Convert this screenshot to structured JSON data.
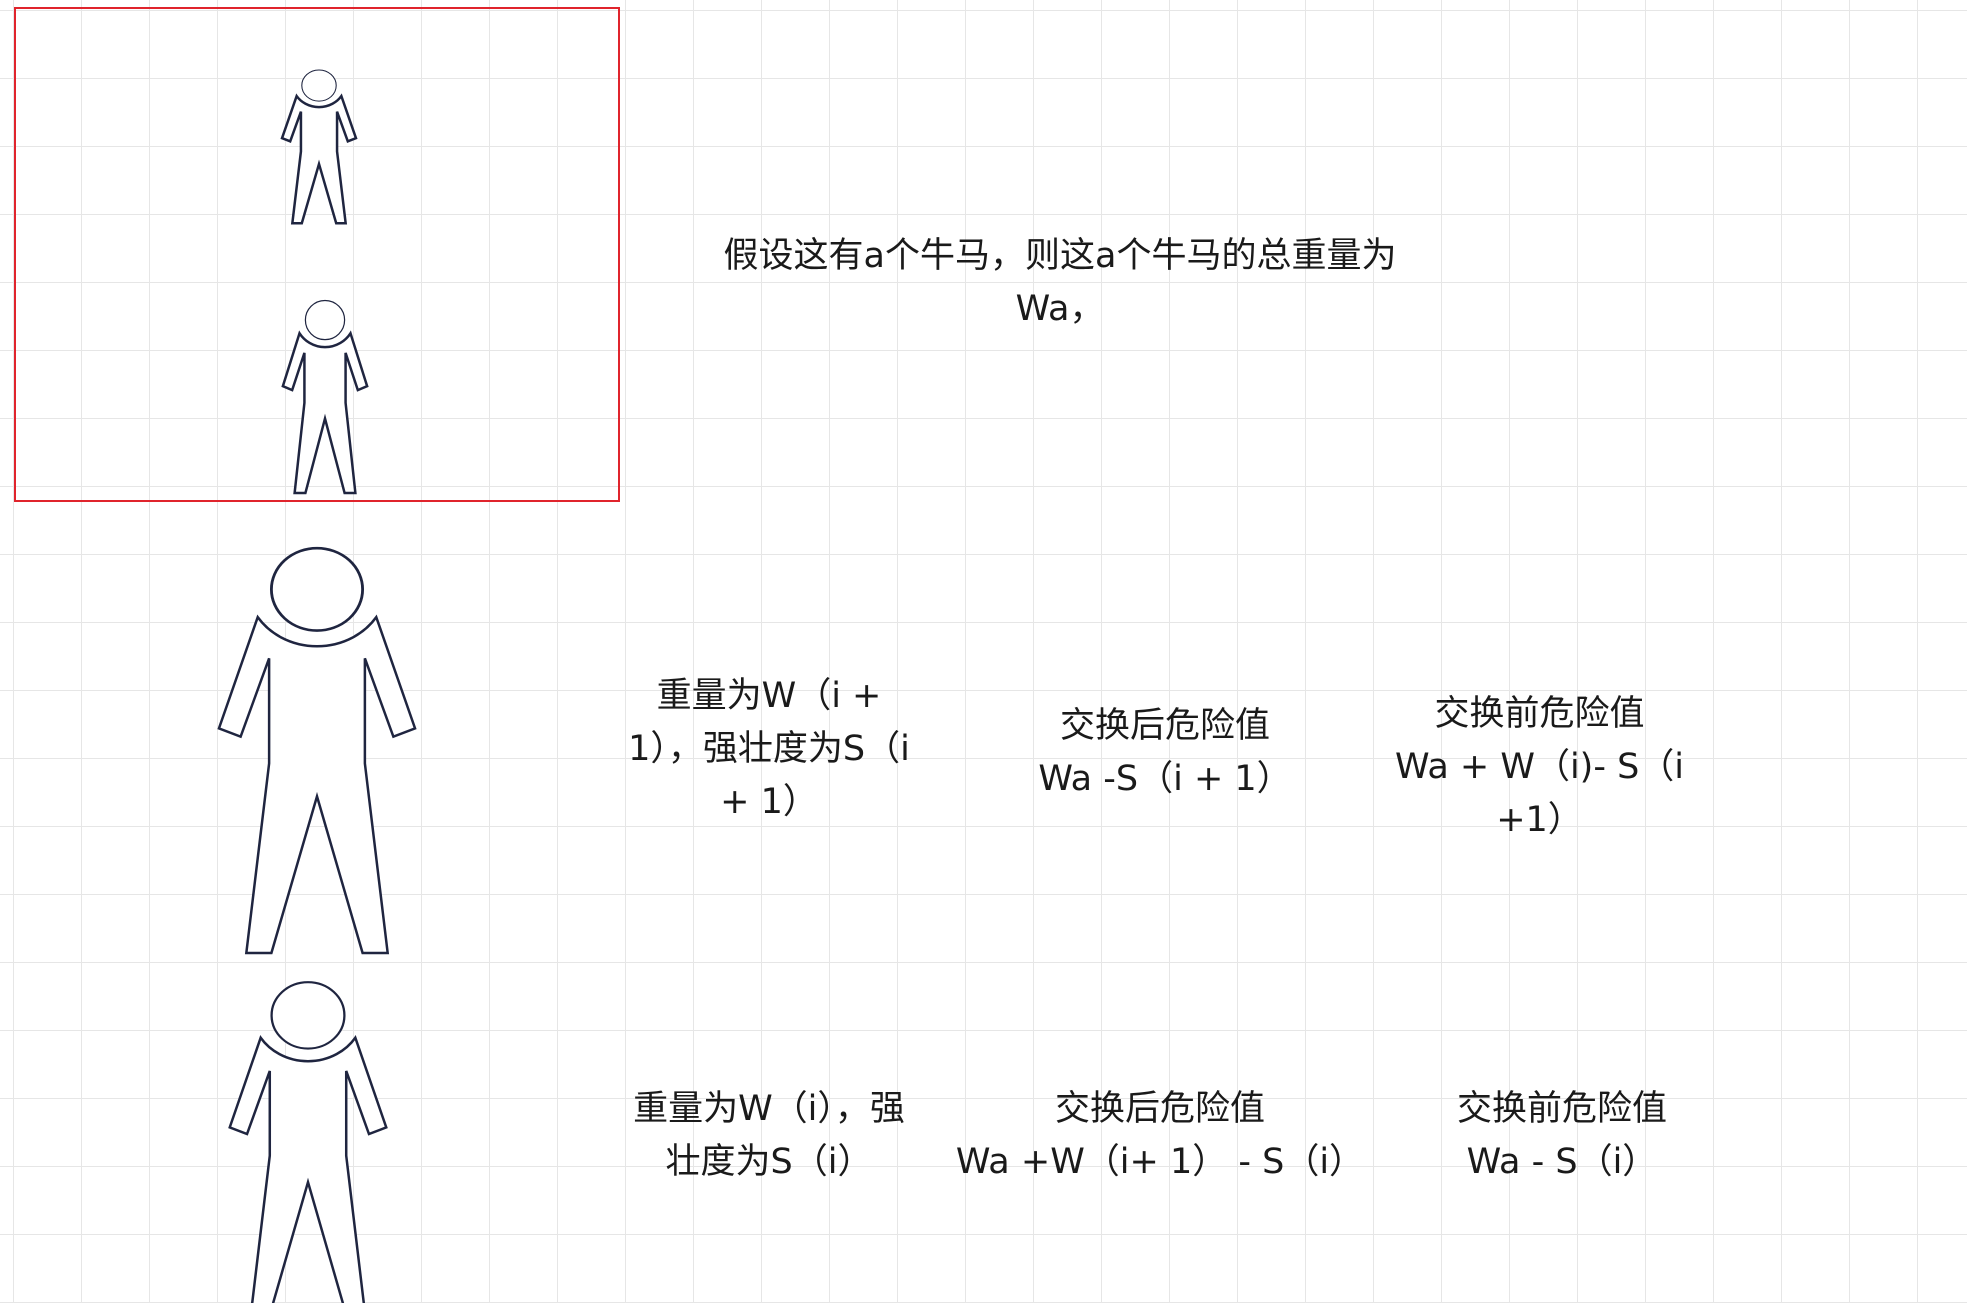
{
  "canvas": {
    "grid_color": "#e6e6e6",
    "background": "#ffffff",
    "figure_stroke": "#1f2540",
    "frame_color": "#e0242c"
  },
  "figures": [
    {
      "name": "person-icon",
      "group": "a-cows"
    },
    {
      "name": "person-icon",
      "group": "a-cows"
    },
    {
      "name": "person-icon",
      "group": "cow-i-plus-1"
    },
    {
      "name": "person-icon",
      "group": "cow-i"
    }
  ],
  "text": {
    "assumption": "假设这有a个牛马，则这a个牛马的总重量为\nWa，",
    "upper_desc": "重量为W（i +\n1），强壮度为S（i\n+ 1）",
    "upper_after": "交换后危险值\nWa -S（i + 1）",
    "upper_before": "交换前危险值\nWa + W（i)- S（i\n+1）",
    "lower_desc": "重量为W（i），强\n壮度为S（i）",
    "lower_after": "交换后危险值\nWa +W（i+ 1） - S（i）",
    "lower_before": "交换前危险值\nWa - S（i）"
  }
}
